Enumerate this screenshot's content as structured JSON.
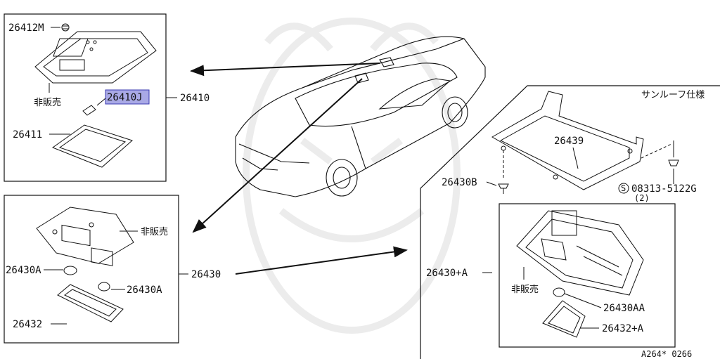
{
  "diagram": {
    "part_labels": {
      "p26412M": "26412M",
      "p26410J": "26410J",
      "p26410": "26410",
      "p26411": "26411",
      "p26430A_left": "26430A",
      "p26430A_right": "26430A",
      "p26432": "26432",
      "p26430": "26430",
      "p26439": "26439",
      "p26430B": "26430B",
      "p08313": "08313-5122G",
      "qty2": "(2)",
      "p26430pA": "26430+A",
      "p26430AA": "26430AA",
      "p26432pA": "26432+A"
    },
    "notes": {
      "not_for_sale_1": "非販売",
      "not_for_sale_2": "非販売",
      "not_for_sale_3": "非販売",
      "sunroof_spec": "サンルーフ仕様",
      "s_symbol": "S"
    },
    "diagram_code": "A264* 0266",
    "colors": {
      "line": "#111111",
      "highlight_fill": "#a9a9e6",
      "highlight_border": "#3b3bb0",
      "watermark": "#ececec"
    }
  }
}
